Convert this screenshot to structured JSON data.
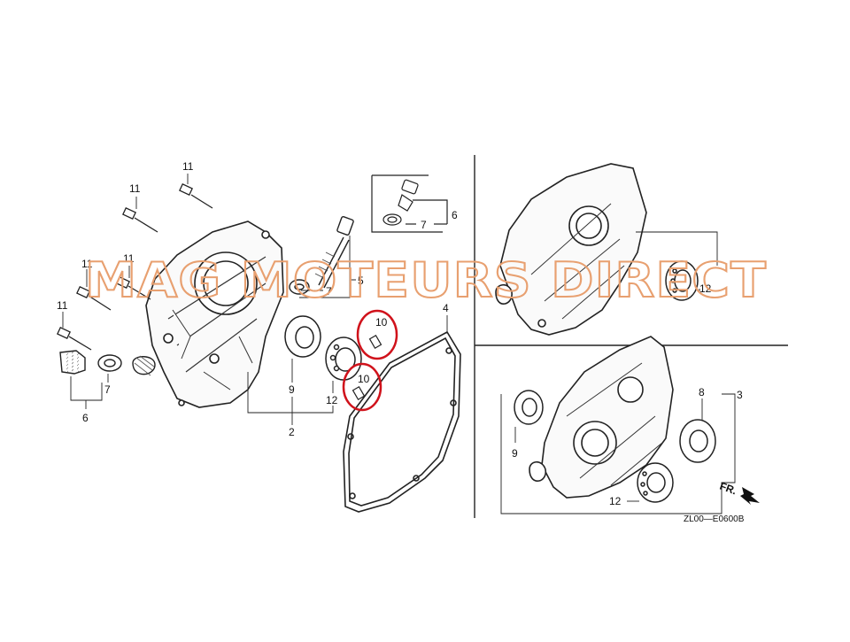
{
  "diagram": {
    "labels": {
      "l11a": "11",
      "l11b": "11",
      "l11c": "11",
      "l11d": "11",
      "l11e": "11",
      "l7a": "7",
      "l7b": "7",
      "l7c": "7",
      "l6a": "6",
      "l6b": "6",
      "l5": "5",
      "l4": "4",
      "l3": "3",
      "l2": "2",
      "l9a": "9",
      "l9b": "9",
      "l8": "8",
      "l10a": "10",
      "l10b": "10",
      "l12a": "12",
      "l12b": "12",
      "l12c": "12"
    },
    "direction_label": "FR.",
    "diagram_code": "ZL00—E0600B",
    "watermark": "MAG MOTEURS DIRECT",
    "highlight_color": "#d0121b",
    "watermark_color": "#e8a070"
  }
}
